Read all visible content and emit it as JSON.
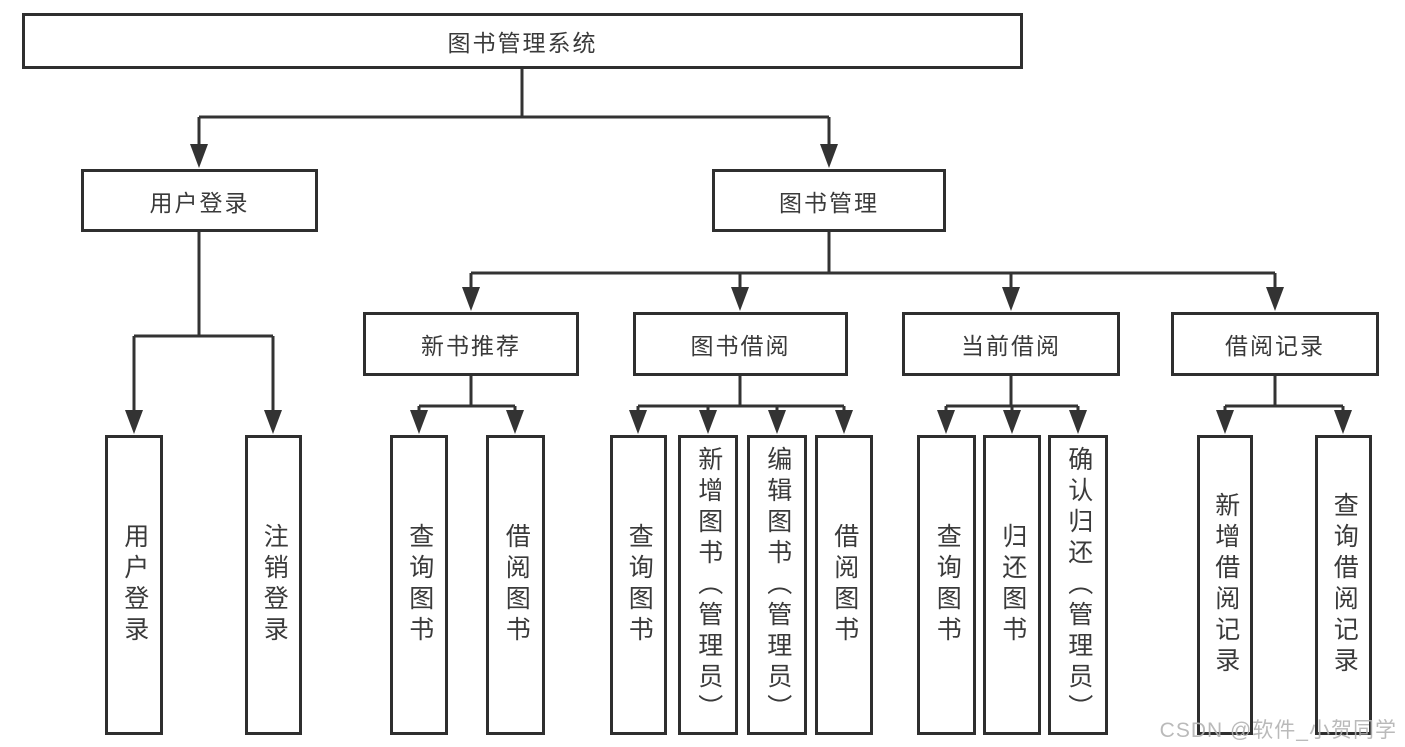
{
  "diagram": {
    "tree": {
      "root": {
        "label": "图书管理系统",
        "children": [
          {
            "label": "用户登录",
            "children": [
              {
                "label": "用户登录"
              },
              {
                "label": "注销登录"
              }
            ]
          },
          {
            "label": "图书管理",
            "children": [
              {
                "label": "新书推荐",
                "children": [
                  {
                    "label": "查询图书"
                  },
                  {
                    "label": "借阅图书"
                  }
                ]
              },
              {
                "label": "图书借阅",
                "children": [
                  {
                    "label": "查询图书"
                  },
                  {
                    "label": "新增图书（管理员）"
                  },
                  {
                    "label": "编辑图书（管理员）"
                  },
                  {
                    "label": "借阅图书"
                  }
                ]
              },
              {
                "label": "当前借阅",
                "children": [
                  {
                    "label": "查询图书"
                  },
                  {
                    "label": "归还图书"
                  },
                  {
                    "label": "确认归还（管理员）"
                  }
                ]
              },
              {
                "label": "借阅记录",
                "children": [
                  {
                    "label": "新增借阅记录"
                  },
                  {
                    "label": "查询借阅记录"
                  }
                ]
              }
            ]
          }
        ]
      }
    },
    "colors": {
      "line": "#333333",
      "box_border": "#2f2f2f",
      "text": "#3a3a3a",
      "background": "#ffffff",
      "watermark": "#b3b3b3"
    }
  },
  "watermark": {
    "text": "CSDN @软件_小贺同学"
  }
}
